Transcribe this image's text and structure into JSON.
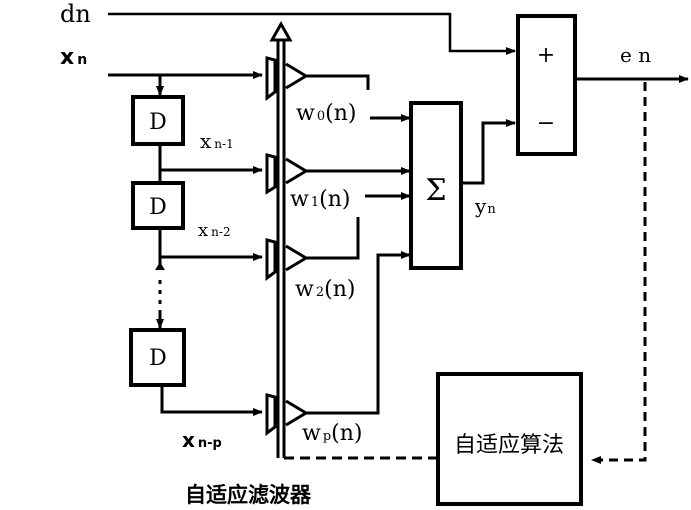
{
  "diagram": {
    "title": "自适应滤波器",
    "signals": {
      "desired": "dn",
      "input": "x",
      "input_sub": "n",
      "error": "e n",
      "output": "y",
      "output_sub": "n"
    },
    "delay_label": "D",
    "taps": [
      {
        "x_label": "x",
        "x_sub": "n-1"
      },
      {
        "x_label": "x",
        "x_sub": "n-2"
      },
      {
        "x_label": "x",
        "x_sub": "n-p"
      }
    ],
    "weights": [
      {
        "base": "w",
        "sub": "0",
        "arg": "(n)"
      },
      {
        "base": "w",
        "sub": "1",
        "arg": "(n)"
      },
      {
        "base": "w",
        "sub": "2",
        "arg": "(n)"
      },
      {
        "base": "w",
        "sub": "p",
        "arg": "(n)"
      }
    ],
    "sum_symbol": "Σ",
    "comparator": {
      "plus": "+",
      "minus": "−"
    },
    "algorithm_block": "自适应算法",
    "colors": {
      "ink": "#000000",
      "paper": "#ffffff"
    }
  }
}
